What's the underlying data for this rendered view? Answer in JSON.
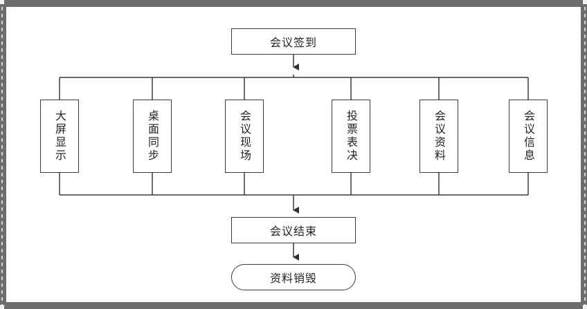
{
  "diagram": {
    "top": "会议签到",
    "branches": [
      "大屏显示",
      "桌面同步",
      "会议现场",
      "投票表决",
      "会议资料",
      "会议信息"
    ],
    "end": "会议结束",
    "final": "资料销毁"
  }
}
